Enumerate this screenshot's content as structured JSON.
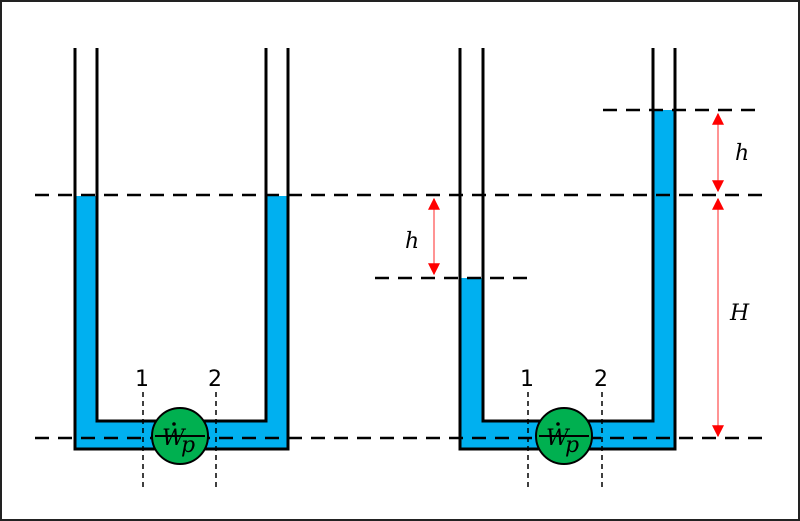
{
  "colors": {
    "fluid": "#00B0F0",
    "pump": "#00B050",
    "dimension_arrow": "#FF0000",
    "outline": "#000000"
  },
  "left_tube": {
    "pump_label": "Ẇp",
    "pump_label_base": "W",
    "pump_label_sub": "p",
    "section_labels": [
      "1",
      "2"
    ]
  },
  "right_tube": {
    "pump_label_base": "W",
    "pump_label_sub": "p",
    "section_labels": [
      "1",
      "2"
    ],
    "dimensions": {
      "left_drop": "h",
      "right_rise": "h",
      "total_height": "H"
    }
  }
}
